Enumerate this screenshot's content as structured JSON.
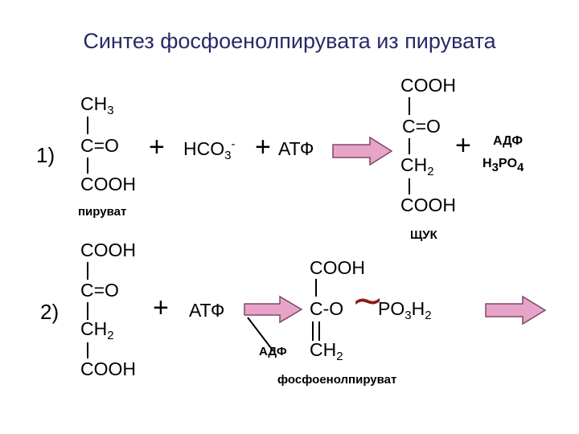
{
  "title": "Синтез фосфоенолпирувата из пирувата",
  "reaction1": {
    "number": "1)",
    "pyruvate": {
      "group1": "CH",
      "group1_sub": "3",
      "group2": "C=O",
      "group3": "COOH",
      "label": "пируват"
    },
    "plus1": "+",
    "bicarbonate": {
      "text": "HCO",
      "sub": "3",
      "sup": "-"
    },
    "plus2": "+",
    "atp": "АТФ",
    "product": {
      "group1": "COOH",
      "group2": "C=O",
      "group3": "CH",
      "group3_sub": "2",
      "group4": "COOH",
      "label": "ЩУК"
    },
    "plus3": "+",
    "byproduct1": "АДФ",
    "byproduct2": {
      "h": "H",
      "h_sub": "3",
      "po": "PO",
      "po_sub": "4"
    }
  },
  "reaction2": {
    "number": "2)",
    "substrate": {
      "group1": "COOH",
      "group2": "C=O",
      "group3": "CH",
      "group3_sub": "2",
      "group4": "COOH"
    },
    "plus": "+",
    "atp": "АТФ",
    "adp": "АДФ",
    "product": {
      "group1": "COOH",
      "group2": "C-O",
      "tilde": "~",
      "phosphate": "PO",
      "phosphate_sub1": "3",
      "phosphate_h": "H",
      "phosphate_sub2": "2",
      "group3": "CH",
      "group3_sub": "2",
      "label": "фосфоенолпируват"
    }
  },
  "colors": {
    "title": "#2a2a66",
    "arrow_fill": "#e8a3c8",
    "arrow_stroke": "#7a4a66",
    "tilde": "#8b1a1a"
  }
}
